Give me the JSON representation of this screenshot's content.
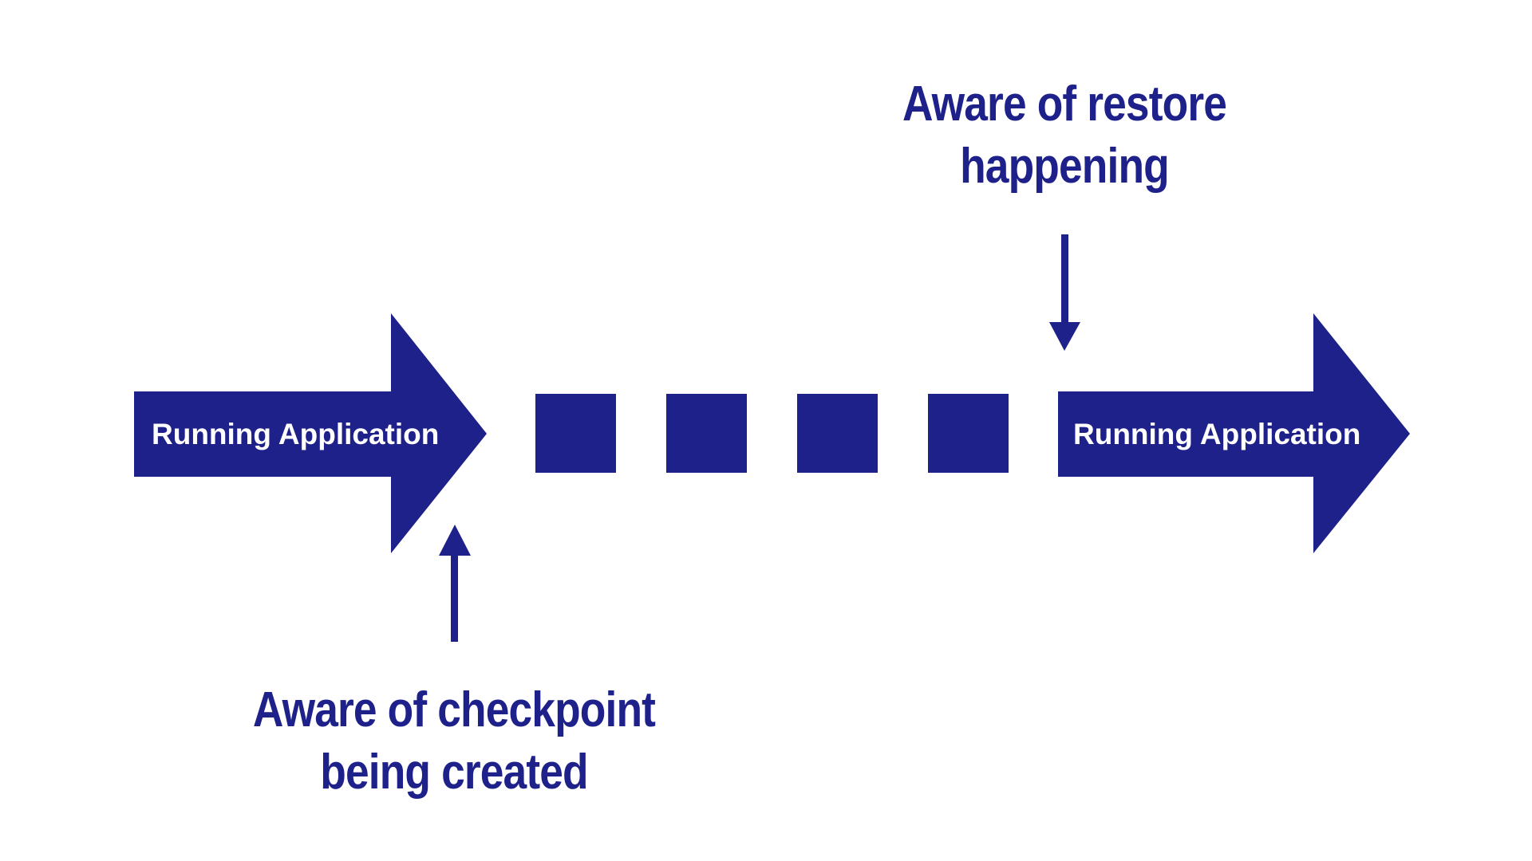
{
  "colors": {
    "primary": "#1e2189",
    "background": "#ffffff",
    "arrow_text": "#ffffff"
  },
  "timeline": {
    "left_arrow_label": "Running Application",
    "right_arrow_label": "Running Application",
    "gap_blocks": 4
  },
  "callouts": {
    "restore": {
      "line1": "Aware of restore",
      "line2": "happening"
    },
    "checkpoint": {
      "line1": "Aware of checkpoint",
      "line2": "being created"
    }
  }
}
